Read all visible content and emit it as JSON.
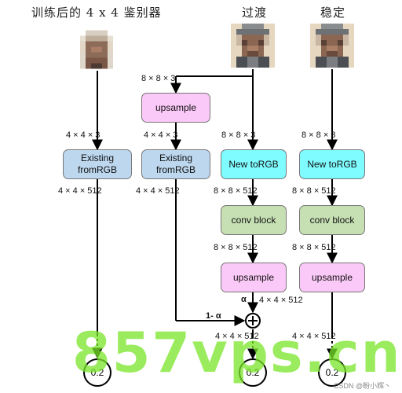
{
  "titles": {
    "trained": "训练后的 4 x 4 鉴别器",
    "transition": "过渡",
    "stable": "稳定"
  },
  "boxes": {
    "existing_from_rgb": "Existing\nfromRGB",
    "upsample": "upsample",
    "new_to_rgb": "New toRGB",
    "conv_block": "conv block"
  },
  "labels": {
    "d888": "8 × 8 × 3",
    "d443": "4 × 4 × 3",
    "d44512": "4 × 4 × 512",
    "d88512": "8 × 8 × 512",
    "alpha": "α",
    "one_minus_alpha": "1- α"
  },
  "outputs": [
    "0.2",
    "0.2",
    "0.2"
  ],
  "watermark": "857vps.cn",
  "credit": "CSDN @盼小辉丶"
}
